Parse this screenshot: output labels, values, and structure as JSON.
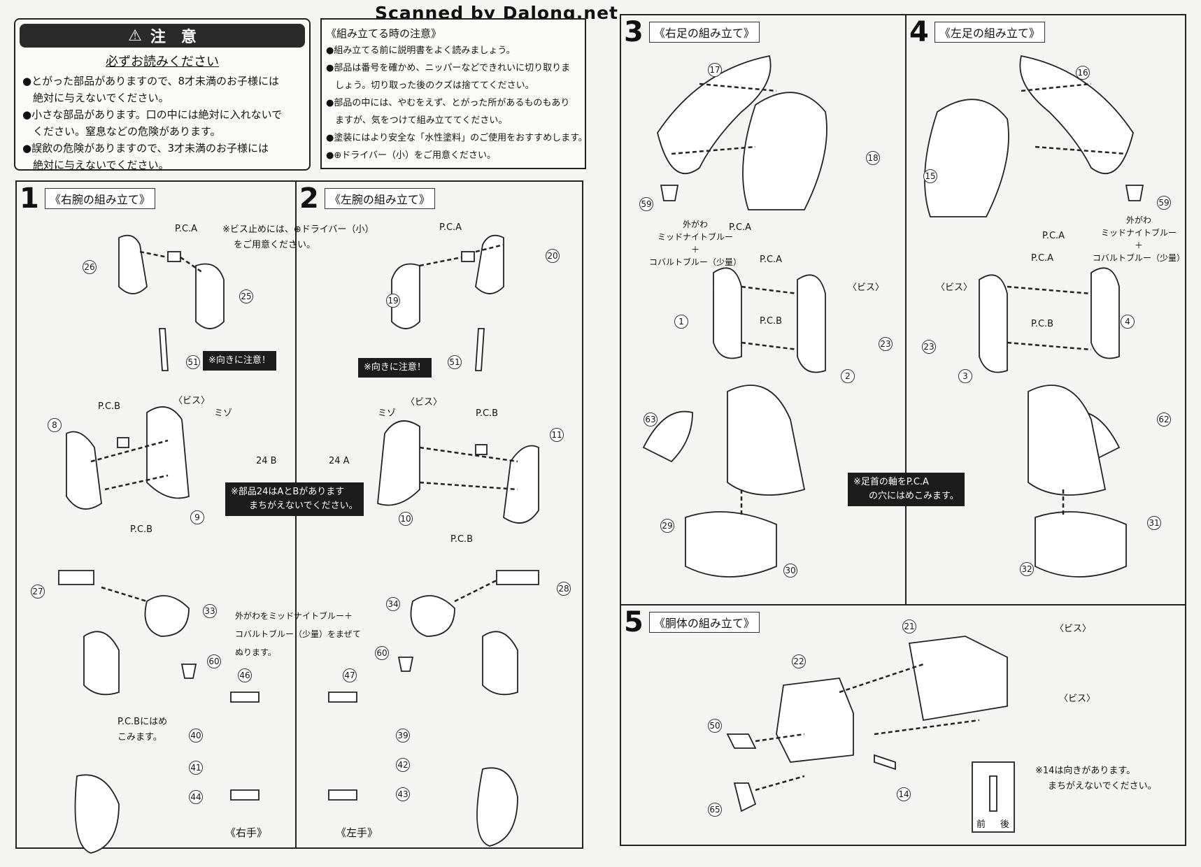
{
  "watermark": "Scanned by Dalong.net",
  "caution": {
    "heading": "注　意",
    "subheading": "必ずお読みください",
    "items": [
      "●とがった部品がありますので、8才未満のお子様には",
      "　絶対に与えないでください。",
      "●小さな部品があります。口の中には絶対に入れないで",
      "　ください。窒息などの危険があります。",
      "●誤飲の危険がありますので、3才未満のお子様には",
      "　絶対に与えないでください。"
    ]
  },
  "assembly_notes": {
    "heading": "《組み立てる時の注意》",
    "items": [
      "●組み立てる前に説明書をよく読みましょう。",
      "●部品は番号を確かめ、ニッパーなどできれいに切り取りま",
      "　しょう。切り取った後のクズは捨ててください。",
      "●部品の中には、やむをえず、とがった所があるものもあり",
      "　ますが、気をつけて組み立ててください。",
      "●塗装にはより安全な「水性塗料」のご使用をおすすめします。",
      "●⊕ドライバー（小）をご用意ください。"
    ]
  },
  "steps": [
    {
      "number": "1",
      "title": "《右腕の組み立て》"
    },
    {
      "number": "2",
      "title": "《左腕の組み立て》"
    },
    {
      "number": "3",
      "title": "《右足の組み立て》"
    },
    {
      "number": "4",
      "title": "《左足の組み立て》"
    },
    {
      "number": "5",
      "title": "《胴体の組み立て》"
    }
  ],
  "step1": {
    "screw_note": [
      "※ビス止めには、⊕ドライバー（小）",
      "をご用意ください。"
    ],
    "orientation_note": "※向きに注意！",
    "part24_note": [
      "※部品24はAとBがあります",
      "まちがえないでください。"
    ],
    "paint_note": [
      "外がわをミッドナイトブルー＋",
      "コバルトブルー（少量）をまぜて",
      "ぬります。"
    ],
    "pcb_note": [
      "P.C.Bにはめ",
      "こみます。"
    ],
    "right_hand": "《右手》",
    "labels": {
      "pca": "P.C.A",
      "pcb": "P.C.B",
      "pcb2": "P.C.B",
      "screw": "〈ビス〉",
      "mizo": "ミゾ",
      "b": "24 B"
    },
    "nums": [
      "26",
      "25",
      "51",
      "8",
      "9",
      "27",
      "33",
      "60",
      "46",
      "40",
      "41",
      "44"
    ]
  },
  "step2": {
    "orientation_note": "※向きに注意！",
    "left_hand": "《左手》",
    "labels": {
      "pca": "P.C.A",
      "pcb": "P.C.B",
      "pcb2": "P.C.B",
      "screw": "〈ビス〉",
      "mizo": "ミゾ",
      "a": "24 A"
    },
    "nums": [
      "20",
      "19",
      "51",
      "11",
      "10",
      "34",
      "28",
      "60",
      "47",
      "39",
      "42",
      "43"
    ]
  },
  "step3": {
    "outer_note": [
      "外がわ",
      "ミッドナイトブルー",
      "＋",
      "コバルトブルー（少量）"
    ],
    "labels": {
      "pca": "P.C.A",
      "pca2": "P.C.A",
      "pcb": "P.C.B",
      "screw": "〈ビス〉"
    },
    "nums": [
      "17",
      "18",
      "59",
      "1",
      "2",
      "23",
      "63",
      "29",
      "30"
    ]
  },
  "step4": {
    "outer_note": [
      "外がわ",
      "ミッドナイトブルー",
      "＋",
      "コバルトブルー（少量）"
    ],
    "labels": {
      "pca": "P.C.A",
      "pca2": "P.C.A",
      "pcb": "P.C.B",
      "screw": "〈ビス〉"
    },
    "nums": [
      "16",
      "15",
      "59",
      "4",
      "3",
      "23",
      "62",
      "31",
      "32"
    ]
  },
  "ankle_note": [
    "※足首の軸をP.C.A",
    "の穴にはめこみます。"
  ],
  "step5": {
    "screw1": "〈ビス〉",
    "screw2": "〈ビス〉",
    "part14_note": [
      "※14は向きがあります。",
      "まちがえないでください。"
    ],
    "front": "前",
    "back": "後",
    "nums": [
      "21",
      "22",
      "50",
      "65",
      "14"
    ]
  }
}
